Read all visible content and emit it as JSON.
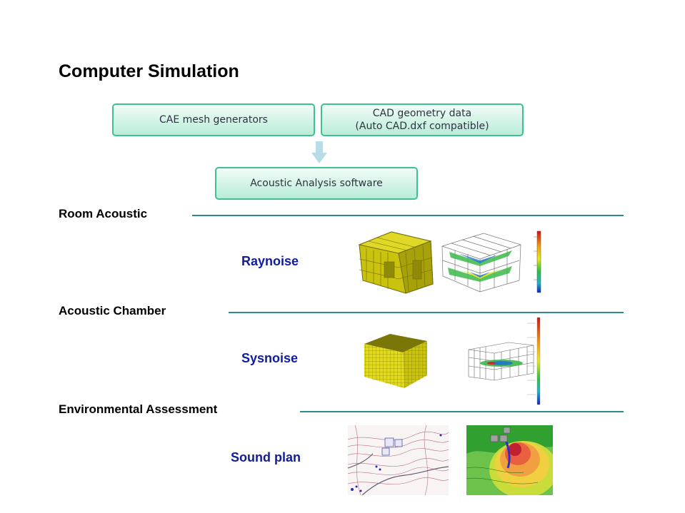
{
  "title": "Computer Simulation",
  "flow": {
    "box_cae": "CAE mesh generators",
    "box_cad_line1": "CAD geometry data",
    "box_cad_line2": "(Auto CAD.dxf compatible)",
    "box_acoustic": "Acoustic Analysis software"
  },
  "sections": [
    {
      "heading": "Room Acoustic",
      "software": "Raynoise"
    },
    {
      "heading": "Acoustic Chamber",
      "software": "Sysnoise"
    },
    {
      "heading": "Environmental Assessment",
      "software": "Sound plan"
    }
  ],
  "colors": {
    "box_border": "#3fc08f",
    "rule": "#2f8a8a",
    "software_text": "#101c9c"
  }
}
